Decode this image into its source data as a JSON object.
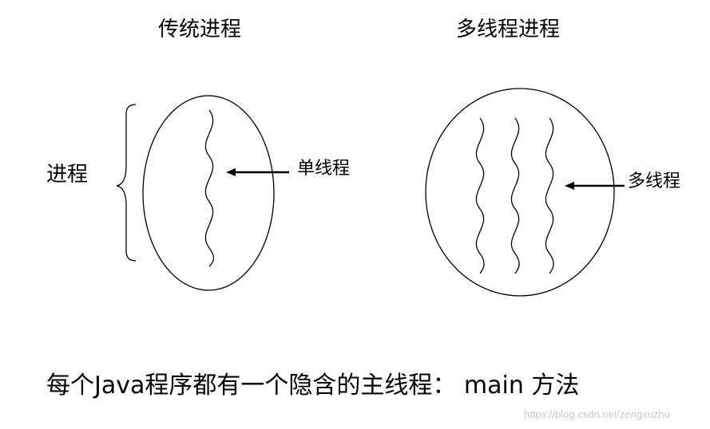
{
  "diagram": {
    "left_title": "传统进程",
    "right_title": "多线程进程",
    "process_label": "进程",
    "single_thread_label": "单线程",
    "multi_thread_label": "多线程",
    "caption": "每个Java程序都有一个隐含的主线程： main 方法",
    "watermark": "https://blog.csdn.net/zengxuzhu",
    "stroke_color": "#000000"
  }
}
